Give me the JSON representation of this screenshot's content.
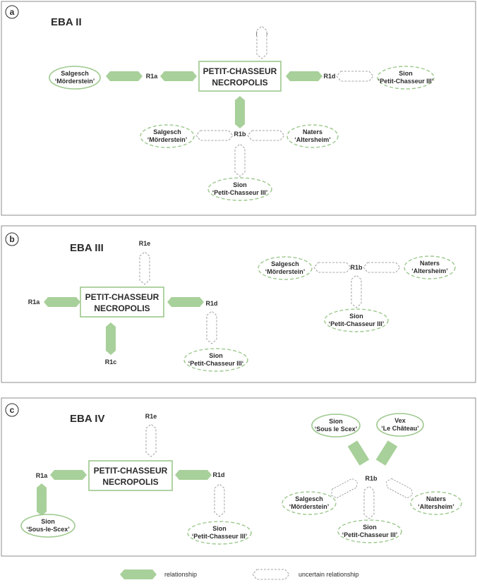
{
  "panels": [
    {
      "letter": "a",
      "title": "EBA II"
    },
    {
      "letter": "b",
      "title": "EBA III"
    },
    {
      "letter": "c",
      "title": "EBA IV"
    }
  ],
  "node": {
    "line1": "PETIT-CHASSEUR",
    "line2": "NECROPOLIS"
  },
  "labels": {
    "r1a": "R1a",
    "r1b": "R1b",
    "r1c": "R1c",
    "r1d": "R1d",
    "r1e": "R1e"
  },
  "sites": {
    "salgesch": {
      "line1": "Salgesch",
      "line2": "‘Mörderstein’"
    },
    "naters": {
      "line1": "Naters",
      "line2": "‘Altersheim’"
    },
    "sion_pc": {
      "line1": "Sion",
      "line2": "‘Petit-Chasseur III’"
    },
    "sion_pc_b": {
      "line1": "Sion",
      "line2": "‘Petit-Chasseur III‘"
    },
    "sion_sls": {
      "line1": "Sion",
      "line2": "‘Sous le Scex’"
    },
    "sion_sls_c": {
      "line1": "Sion",
      "line2": "‘Sous-le-Scex’"
    },
    "vex": {
      "line1": "Vex",
      "line2": "‘Le Château’"
    }
  },
  "legend": {
    "solid": "relationship",
    "dashed": "uncertain relationship"
  },
  "colors": {
    "relationship_fill": "#a8d09a",
    "node_outline": "#9cc88c",
    "uncertain_outline": "#8a8a8a",
    "frame": "#8c8c8c"
  }
}
